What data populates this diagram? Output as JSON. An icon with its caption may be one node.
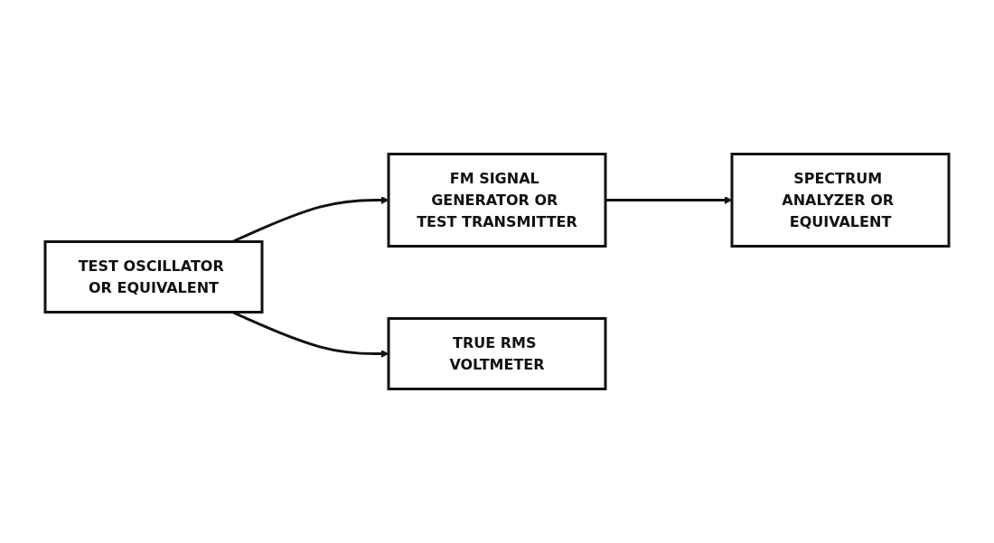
{
  "diagram": {
    "nodes": [
      {
        "text": [
          "FM SIGNAL GENERATOR OR TEST TRANSMITTER"
        ]
      },
      {
        "text": [
          "SPECTRUM ANALYZER OR EQUIVALENT"
        ]
      },
      {
        "text": [
          "TEST OSCILLATOR OR EQUIVALENT"
        ]
      },
      {
        "text": [
          "TRUE RMS VOLTMETER"
        ]
      }
    ],
    "edges": [
      {
        "from": 0,
        "to": 1,
        "arrow": "to"
      },
      {
        "from": 2,
        "to": 0,
        "arrow": "to"
      },
      {
        "from": 2,
        "to": 3,
        "arrow": "to"
      }
    ]
  }
}
